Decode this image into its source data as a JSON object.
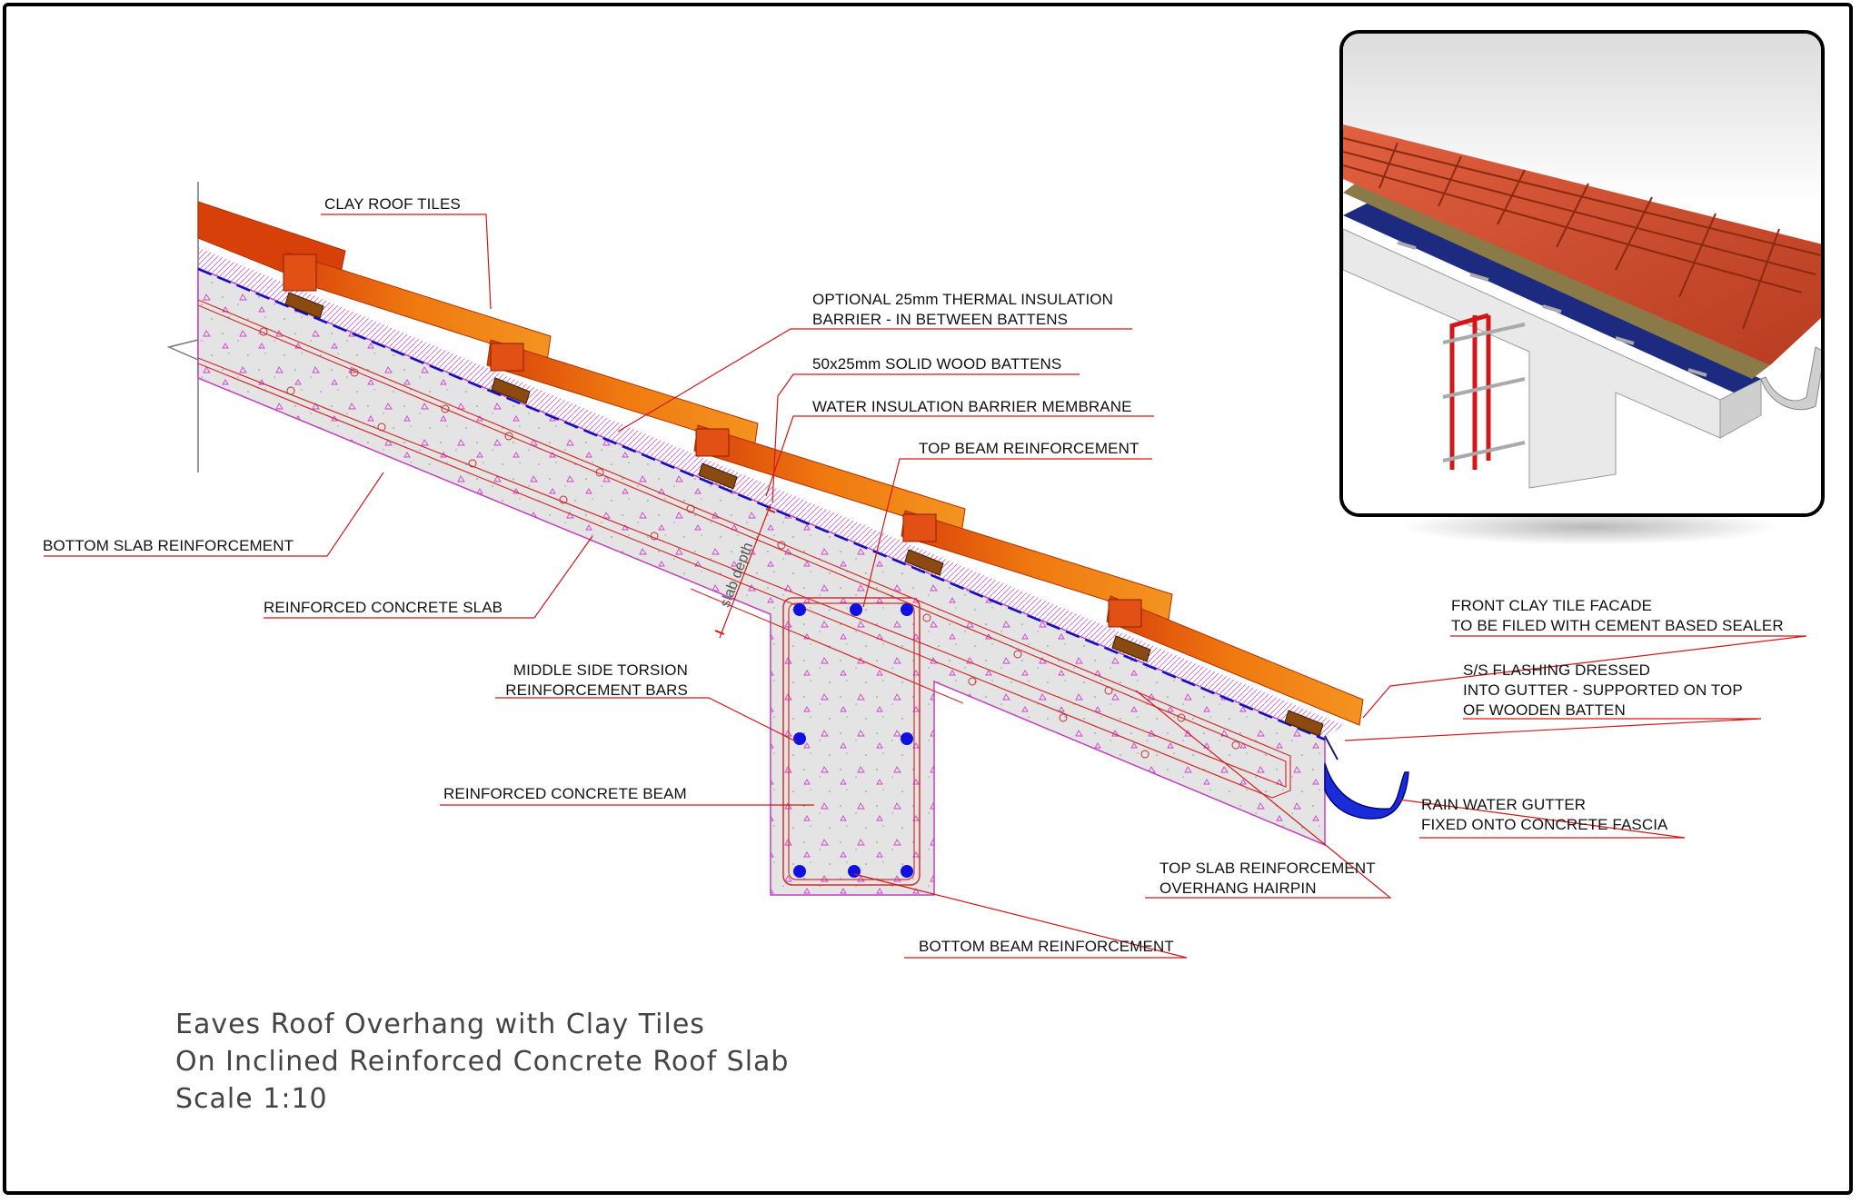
{
  "labels": {
    "clay_roof_tiles": "CLAY ROOF TILES",
    "thermal_insulation": "OPTIONAL 25mm THERMAL INSULATION\nBARRIER - IN BETWEEN BATTENS",
    "wood_battens": "50x25mm SOLID WOOD BATTENS",
    "water_membrane": "WATER INSULATION BARRIER MEMBRANE",
    "top_beam_reinforcement": "TOP BEAM REINFORCEMENT",
    "bottom_slab_reinforcement": "BOTTOM SLAB REINFORCEMENT",
    "reinforced_concrete_slab": "REINFORCED CONCRETE SLAB",
    "middle_side_torsion": "MIDDLE SIDE TORSION\nREINFORCEMENT BARS",
    "reinforced_concrete_beam": "REINFORCED CONCRETE BEAM",
    "bottom_beam_reinforcement": "BOTTOM BEAM REINFORCEMENT",
    "front_clay_tile_facade": "FRONT CLAY TILE FACADE\nTO BE FILED WITH CEMENT BASED SEALER",
    "ss_flashing": "S/S FLASHING DRESSED\nINTO GUTTER - SUPPORTED ON TOP\nOF WOODEN BATTEN",
    "rain_water_gutter": "RAIN WATER GUTTER\nFIXED ONTO CONCRETE FASCIA",
    "top_slab_hairpin": "TOP SLAB REINFORCEMENT\nOVERHANG HAIRPIN",
    "slab_depth": "slab depth"
  },
  "title": {
    "line1": "Eaves Roof Overhang with Clay Tiles",
    "line2": "On Inclined  Reinforced Concrete Roof Slab",
    "line3": "Scale 1:10"
  },
  "colors": {
    "tile_orange": "#f07a10",
    "tile_dark": "#d8400a",
    "leader_red": "#d01818",
    "rebar_blue": "#1010e0",
    "concrete_grey": "#e2e2e2",
    "batten_brown": "#8a4a10"
  }
}
